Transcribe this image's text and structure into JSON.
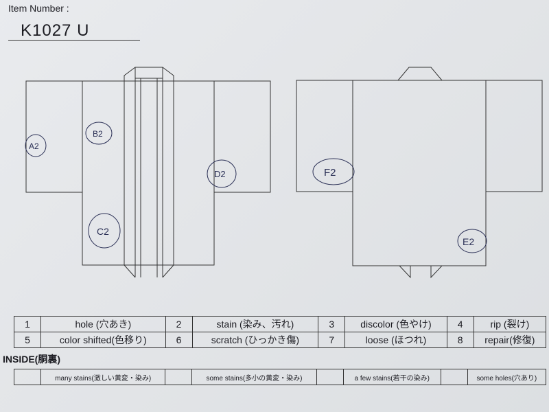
{
  "header": {
    "item_label": "Item Number :",
    "item_number": "K1027  U"
  },
  "marks": {
    "front_a": "A2",
    "front_b": "B2",
    "front_c": "C2",
    "front_d": "D2",
    "back_f": "F2",
    "back_e": "E2"
  },
  "defects": [
    [
      {
        "num": "1",
        "label": "hole (穴あき)"
      },
      {
        "num": "2",
        "label": "stain (染み、汚れ)"
      },
      {
        "num": "3",
        "label": "discolor (色やけ)"
      },
      {
        "num": "4",
        "label": "rip (裂け)"
      }
    ],
    [
      {
        "num": "5",
        "label": "color shifted(色移り)"
      },
      {
        "num": "6",
        "label": "scratch (ひっかき傷)"
      },
      {
        "num": "7",
        "label": "loose (ほつれ)"
      },
      {
        "num": "8",
        "label": "repair(修復)"
      }
    ]
  ],
  "inside": {
    "title": "INSIDE(胴裏)",
    "items": [
      "many stains(激しい黄変・染み)",
      "some stains(多小の黄変・染み)",
      "a few stains(若干の染み)",
      "some holes(穴あり)"
    ]
  }
}
